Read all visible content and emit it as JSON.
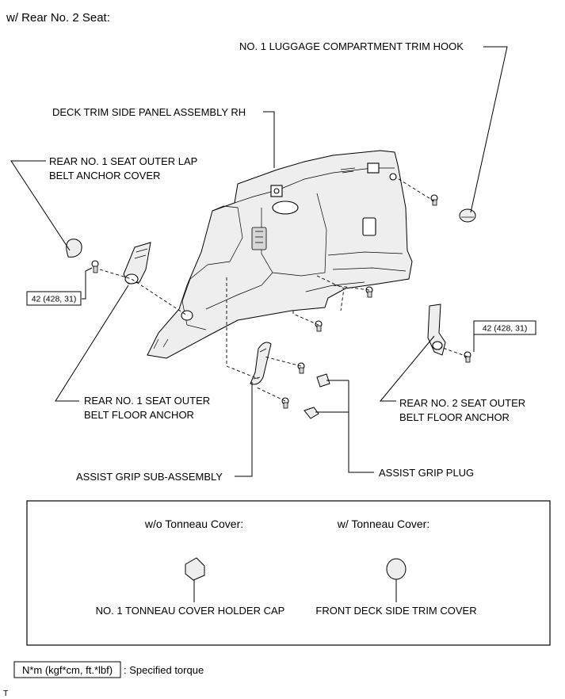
{
  "header": {
    "title": "w/ Rear No. 2 Seat:"
  },
  "labels": {
    "luggage_hook": "NO. 1 LUGGAGE COMPARTMENT TRIM HOOK",
    "deck_trim": "DECK TRIM SIDE PANEL ASSEMBLY RH",
    "lap_belt_cover_1": "REAR NO. 1 SEAT OUTER LAP",
    "lap_belt_cover_2": "BELT ANCHOR COVER",
    "no1_floor_anchor_1": "REAR NO. 1 SEAT OUTER",
    "no1_floor_anchor_2": "BELT FLOOR ANCHOR",
    "no2_floor_anchor_1": "REAR NO. 2 SEAT OUTER",
    "no2_floor_anchor_2": "BELT FLOOR ANCHOR",
    "assist_grip": "ASSIST GRIP SUB-ASSEMBLY",
    "assist_grip_plug": "ASSIST GRIP PLUG"
  },
  "torque": {
    "left": "42 (428, 31)",
    "right": "42 (428, 31)"
  },
  "inset": {
    "left_title": "w/o Tonneau Cover:",
    "right_title": "w/ Tonneau Cover:",
    "left_part": "NO. 1 TONNEAU COVER HOLDER CAP",
    "right_part": "FRONT DECK SIDE TRIM COVER"
  },
  "legend": {
    "unit": "N*m (kgf*cm, ft.*lbf)",
    "text": ": Specified torque"
  },
  "footer": {
    "mark": "T"
  }
}
